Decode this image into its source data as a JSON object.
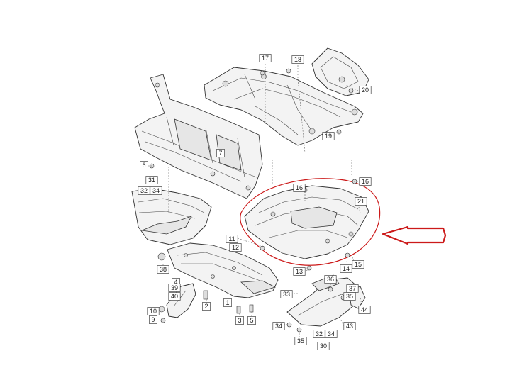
{
  "diagram": {
    "callouts": [
      {
        "id": "c17",
        "text": "17"
      },
      {
        "id": "c18",
        "text": "18"
      },
      {
        "id": "c20",
        "text": "20"
      },
      {
        "id": "c19",
        "text": "19"
      },
      {
        "id": "c7",
        "text": "7"
      },
      {
        "id": "c6",
        "text": "6"
      },
      {
        "id": "c31",
        "text": "31"
      },
      {
        "id": "c32a",
        "text": "32"
      },
      {
        "id": "c34a",
        "text": "34"
      },
      {
        "id": "c16a",
        "text": "16"
      },
      {
        "id": "c16b",
        "text": "16"
      },
      {
        "id": "c21",
        "text": "21"
      },
      {
        "id": "c11",
        "text": "11"
      },
      {
        "id": "c12",
        "text": "12"
      },
      {
        "id": "c13",
        "text": "13"
      },
      {
        "id": "c14",
        "text": "14"
      },
      {
        "id": "c15",
        "text": "15"
      },
      {
        "id": "c38",
        "text": "38"
      },
      {
        "id": "c4",
        "text": "4"
      },
      {
        "id": "c39",
        "text": "39"
      },
      {
        "id": "c40",
        "text": "40"
      },
      {
        "id": "c10",
        "text": "10"
      },
      {
        "id": "c9",
        "text": "9"
      },
      {
        "id": "c2",
        "text": "2"
      },
      {
        "id": "c1",
        "text": "1"
      },
      {
        "id": "c3",
        "text": "3"
      },
      {
        "id": "c5",
        "text": "5"
      },
      {
        "id": "c33",
        "text": "33"
      },
      {
        "id": "c36",
        "text": "36"
      },
      {
        "id": "c37",
        "text": "37"
      },
      {
        "id": "c35a",
        "text": "35"
      },
      {
        "id": "c44",
        "text": "44"
      },
      {
        "id": "c34b",
        "text": "34"
      },
      {
        "id": "c32b",
        "text": "32"
      },
      {
        "id": "c34c",
        "text": "34"
      },
      {
        "id": "c43",
        "text": "43"
      },
      {
        "id": "c35b",
        "text": "35"
      },
      {
        "id": "c30",
        "text": "30"
      }
    ],
    "highlight_color": "#cc1a1a",
    "arrow_color": "#cc1a1a"
  }
}
